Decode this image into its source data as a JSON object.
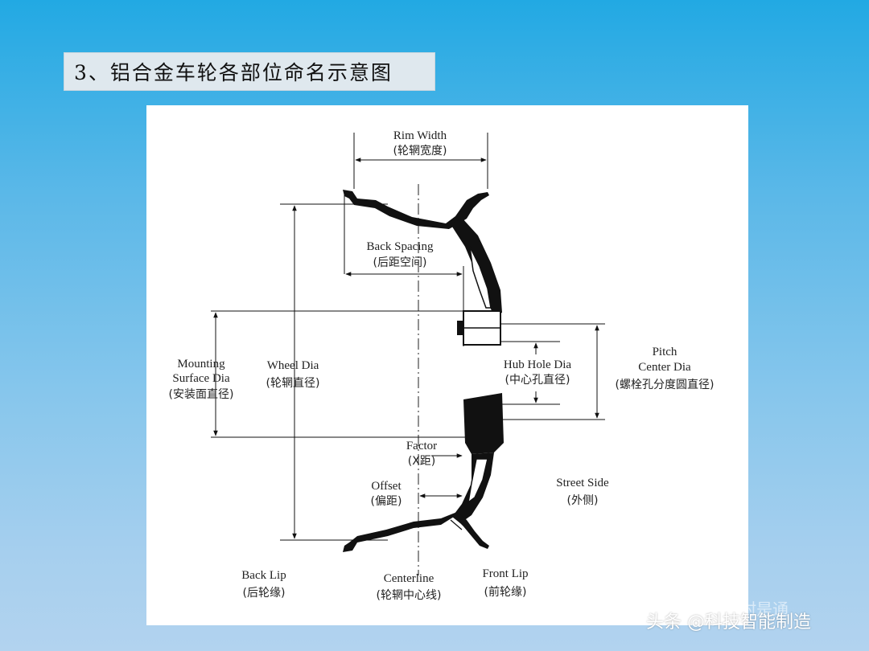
{
  "slide": {
    "title": "3、铝合金车轮各部位命名示意图"
  },
  "diagram": {
    "labels": {
      "rim_width_en": "Rim Width",
      "rim_width_cn": "(轮辋宽度)",
      "back_spacing_en": "Back Spacing",
      "back_spacing_cn": "(后距空间)",
      "mounting_en_1": "Mounting",
      "mounting_en_2": "Surface Dia",
      "mounting_cn": "(安装面直径)",
      "wheel_dia_en": "Wheel Dia",
      "wheel_dia_cn": "(轮辋直径)",
      "hub_hole_en": "Hub Hole Dia",
      "hub_hole_cn": "(中心孔直径)",
      "pitch_en_1": "Pitch",
      "pitch_en_2": "Center Dia",
      "pitch_cn": "(螺栓孔分度圆直径)",
      "factor_en": "Factor",
      "factor_cn": "(X距)",
      "offset_en": "Offset",
      "offset_cn": "(偏距)",
      "street_side_en": "Street Side",
      "street_side_cn": "(外侧)",
      "back_lip_en": "Back Lip",
      "back_lip_cn": "(后轮缘)",
      "centerline_en": "Centerline",
      "centerline_cn": "(轮辋中心线)",
      "front_lip_en": "Front Lip",
      "front_lip_cn": "(前轮缘)"
    }
  },
  "watermark": {
    "text": "头条 @科技智能制造",
    "faint": "村是通"
  }
}
